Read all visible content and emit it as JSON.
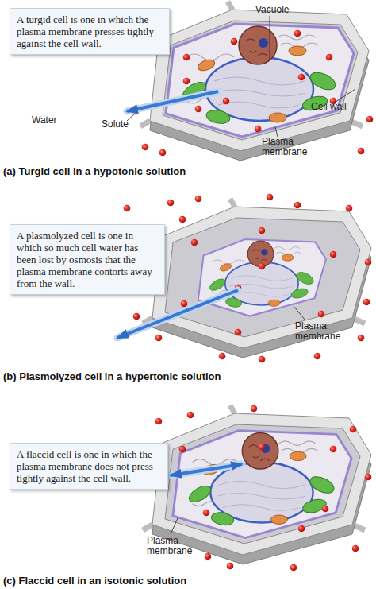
{
  "diagram": {
    "nodes": [
      {
        "text": [
          "A turgid cell is one in which the plasma membrane presses tightly against the cell wall."
        ]
      },
      {
        "text": [
          "A plasmolyzed cell is one in which so much cell water has been lost by osmosis that the plasma membrane contorts away from the wall."
        ]
      },
      {
        "text": [
          "A flaccid cell is one in which the plasma membrane does not press tightly against the cell wall."
        ]
      }
    ],
    "labels": [
      "Vacuole",
      "Cell wall",
      "Water",
      "Solute",
      "Plasma membrane",
      "(a) Turgid cell in a hypotonic solution",
      "Plasma membrane",
      "(b) Plasmolyzed cell in a hypertonic solution",
      "Plasma membrane",
      "(c) Flaccid cell in an isotonic solution"
    ]
  }
}
